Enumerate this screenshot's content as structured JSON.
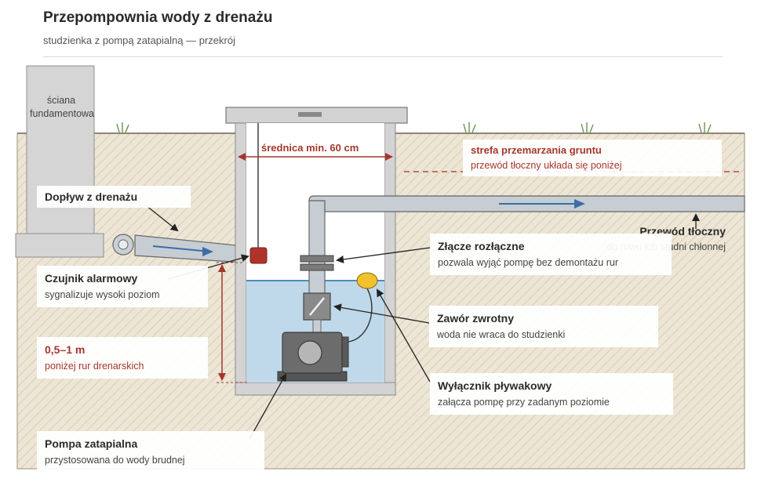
{
  "header": {
    "title": "Przepompownia wody z drenażu",
    "subtitle": "studzienka z pompą zatapialną — przekrój"
  },
  "labels": {
    "wall": "ściana fundamentowa",
    "diameter": "średnica min. 60 cm",
    "frost_title": "strefa przemarzania gruntu",
    "frost_sub": "przewód tłoczny układa się poniżej",
    "inflow_title": "Dopływ z drenażu",
    "outlet_title": "Przewód tłoczny",
    "outlet_sub": "do rowu lub studni chłonnej",
    "union_title": "Złącze rozłączne",
    "union_sub": "pozwala wyjąć pompę bez demontażu rur",
    "alarm_title": "Czujnik alarmowy",
    "alarm_sub": "sygnalizuje wysoki poziom",
    "depth_title": "0,5–1 m",
    "depth_sub": "poniżej rur drenarskich",
    "valve_title": "Zawór zwrotny",
    "valve_sub": "woda nie wraca do studzienki",
    "float_title": "Wyłącznik pływakowy",
    "float_sub": "załącza pompę przy zadanym poziomie",
    "pump_title": "Pompa zatapialna",
    "pump_sub": "przystosowana do wody brudnej"
  },
  "colors": {
    "soil": "#ede6d6",
    "hatch": "#d9cfb8",
    "concrete": "#d3d3d3",
    "water": "#bfd9ea",
    "pipe": "#c6cdd3",
    "pump": "#6c6c6c",
    "alarm": "#b0332a",
    "float": "#f2c12e",
    "accent_red": "#a5372c",
    "flow_arrow": "#3a6ea5"
  }
}
